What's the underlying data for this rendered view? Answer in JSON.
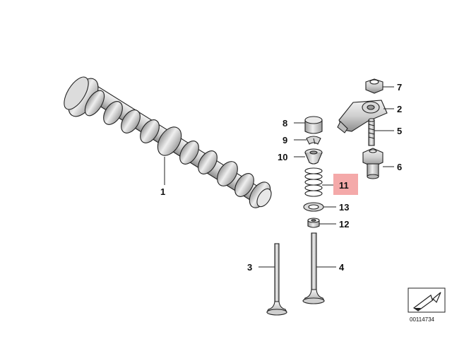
{
  "callouts": [
    {
      "id": "1",
      "label": "1"
    },
    {
      "id": "2",
      "label": "2"
    },
    {
      "id": "3",
      "label": "3"
    },
    {
      "id": "4",
      "label": "4"
    },
    {
      "id": "5",
      "label": "5"
    },
    {
      "id": "6",
      "label": "6"
    },
    {
      "id": "7",
      "label": "7"
    },
    {
      "id": "8",
      "label": "8"
    },
    {
      "id": "9",
      "label": "9"
    },
    {
      "id": "10",
      "label": "10"
    },
    {
      "id": "11",
      "label": "11"
    },
    {
      "id": "12",
      "label": "12"
    },
    {
      "id": "13",
      "label": "13"
    }
  ],
  "highlighted_callout": "11",
  "diagram_id": "00114734",
  "colors": {
    "highlight": "#f4a9a9",
    "part_fill": "#e6e6e6",
    "part_shade": "#a8a8a8",
    "line": "#222222"
  }
}
